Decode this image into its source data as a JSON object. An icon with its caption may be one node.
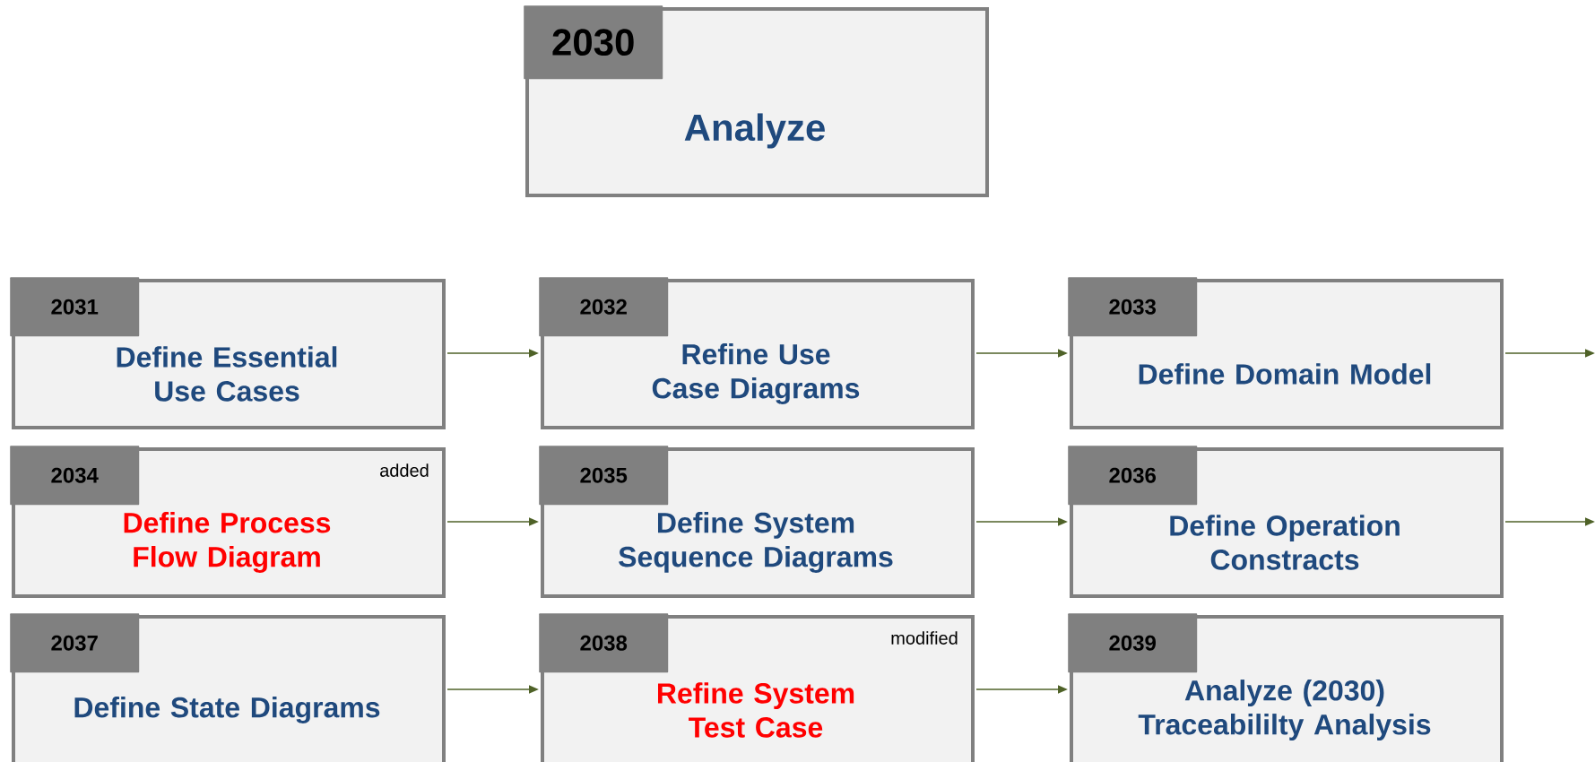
{
  "diagram": {
    "nodes": [
      {
        "text": [
          "2030",
          "Analyze"
        ]
      },
      {
        "text": [
          "2031",
          "Define Essential Use Cases"
        ]
      },
      {
        "text": [
          "2032",
          "Refine Use Case Diagrams"
        ]
      },
      {
        "text": [
          "2033",
          "Define Domain Model"
        ]
      },
      {
        "text": [
          "2034",
          "added",
          "Define Process Flow Diagram"
        ]
      },
      {
        "text": [
          "2035",
          "Define System Sequence Diagrams"
        ]
      },
      {
        "text": [
          "2036",
          "Define Operation Constracts"
        ]
      },
      {
        "text": [
          "2037",
          "Define State Diagrams"
        ]
      },
      {
        "text": [
          "2038",
          "modified",
          "Refine System Test Case"
        ]
      },
      {
        "text": [
          "2039",
          "Analyze (2030) Traceabililty Analysis"
        ]
      }
    ],
    "edges": [
      {
        "from": 1,
        "to": 2,
        "arrow": "to"
      },
      {
        "from": 2,
        "to": 3,
        "arrow": "to"
      },
      {
        "from": 3,
        "to": null,
        "arrow": "to"
      },
      {
        "from": 4,
        "to": 5,
        "arrow": "to"
      },
      {
        "from": 5,
        "to": 6,
        "arrow": "to"
      },
      {
        "from": 6,
        "to": null,
        "arrow": "to"
      },
      {
        "from": 7,
        "to": 8,
        "arrow": "to"
      },
      {
        "from": 8,
        "to": 9,
        "arrow": "to"
      }
    ]
  }
}
